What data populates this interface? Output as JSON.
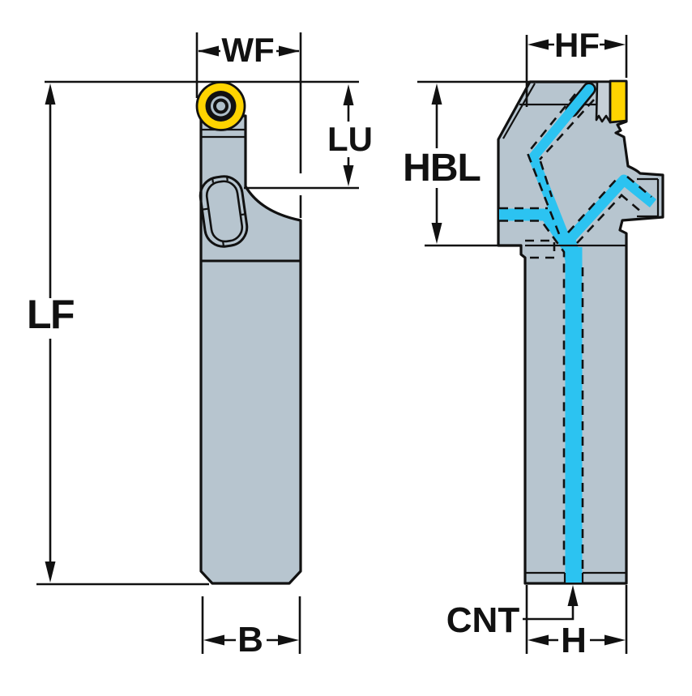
{
  "colors": {
    "background": "#ffffff",
    "line": "#111111",
    "body": "#b7c5cf",
    "body_light": "#c6cfd7",
    "insert": "#ffd400",
    "screw": "#aebfca",
    "coolant": "#2cc3f1"
  },
  "views": {
    "front_view": {
      "labels": {
        "wf": "WF",
        "lu": "LU",
        "lf": "LF",
        "b": "B"
      }
    },
    "side_view": {
      "labels": {
        "hf": "HF",
        "hbl": "HBL",
        "cnt": "CNT",
        "h": "H"
      }
    }
  }
}
